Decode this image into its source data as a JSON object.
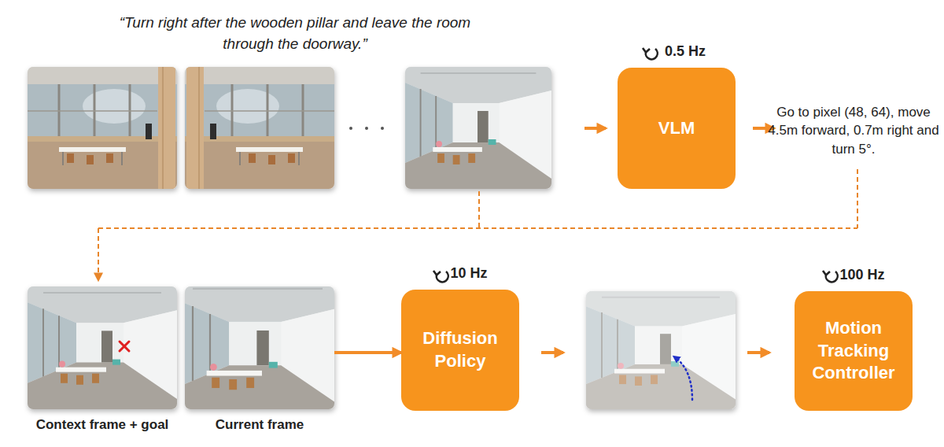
{
  "diagram": {
    "nodes": [
      {
        "text": [
          "0.5 Hz",
          "VLM"
        ]
      },
      {
        "text": [
          "Context frame + goal"
        ]
      },
      {
        "text": [
          "Current frame"
        ]
      },
      {
        "text": [
          "10 Hz",
          "Diffusion Policy"
        ]
      },
      {
        "text": [
          "100 Hz",
          "Motion Tracking Controller"
        ]
      }
    ],
    "edges": [
      {
        "from": 2,
        "to": 3,
        "arrow": "to"
      }
    ],
    "labels": [
      "“Turn right after the wooden pillar and leave the room through the doorway.”",
      "Go to pixel (48, 64), move 4.5m forward, 0.7m right and turn 5°."
    ]
  }
}
